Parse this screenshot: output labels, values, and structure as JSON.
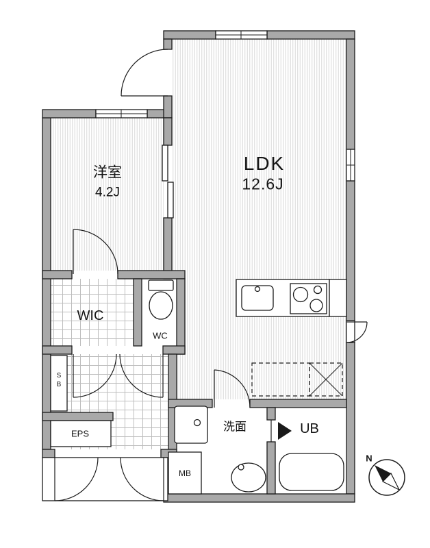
{
  "rooms": {
    "ldk": {
      "name": "LDK",
      "area": "12.6J"
    },
    "bedroom": {
      "name": "洋室",
      "area": "4.2J"
    },
    "wic": {
      "name": "WIC"
    },
    "wc": {
      "name": "WC"
    },
    "shoe_box": {
      "line1": "S",
      "line2": "B"
    },
    "eps": {
      "name": "EPS"
    },
    "meter_box": {
      "name": "MB"
    },
    "washroom": {
      "name": "洗面"
    },
    "unit_bath": {
      "name": "UB"
    }
  },
  "compass": {
    "north_label": "N"
  },
  "colors": {
    "wall": "#a9a9a9",
    "line": "#1a1a1a",
    "floor_hatch": "#d8d8d8",
    "floor_grid": "#bdbdbd",
    "background": "#ffffff"
  }
}
